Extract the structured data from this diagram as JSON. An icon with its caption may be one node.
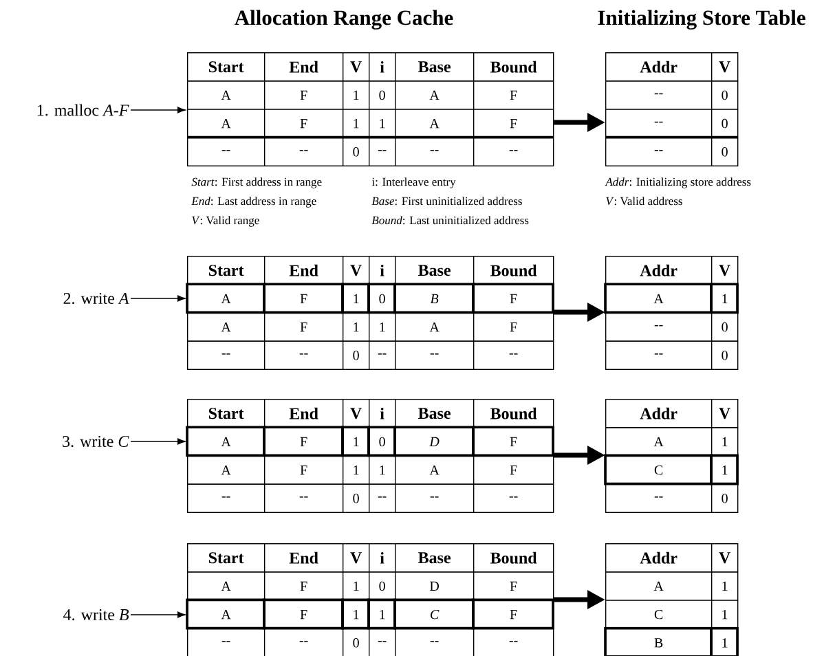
{
  "diagram": {
    "nodes": [
      {
        "text": [
          "1. malloc *A-F*"
        ]
      },
      {
        "text": [
          "Start",
          "End",
          "V",
          "i",
          "Base",
          "Bound",
          "A",
          "F",
          "1",
          "0",
          "A",
          "F",
          "A",
          "F",
          "1",
          "1",
          "A",
          "F",
          "--",
          "--",
          "0",
          "--",
          "--",
          "--"
        ]
      },
      {
        "text": [
          "Addr",
          "V",
          "--",
          "0",
          "--",
          "0",
          "--",
          "0"
        ]
      },
      {
        "text": [
          "2. write *A*"
        ]
      },
      {
        "text": [
          "Start",
          "End",
          "V",
          "i",
          "Base",
          "Bound",
          "A",
          "F",
          "1",
          "0",
          "B",
          "F",
          "A",
          "F",
          "1",
          "1",
          "A",
          "F",
          "--",
          "--",
          "0",
          "--",
          "--",
          "--"
        ]
      },
      {
        "text": [
          "Addr",
          "V",
          "A",
          "1",
          "--",
          "0",
          "--",
          "0"
        ]
      },
      {
        "text": [
          "3. write *C*"
        ]
      },
      {
        "text": [
          "Start",
          "End",
          "V",
          "i",
          "Base",
          "Bound",
          "A",
          "F",
          "1",
          "0",
          "D",
          "F",
          "A",
          "F",
          "1",
          "1",
          "A",
          "F",
          "--",
          "--",
          "0",
          "--",
          "--",
          "--"
        ]
      },
      {
        "text": [
          "Addr",
          "V",
          "A",
          "1",
          "C",
          "1",
          "--",
          "0"
        ]
      },
      {
        "text": [
          "4. write *B*"
        ]
      },
      {
        "text": [
          "Start",
          "End",
          "V",
          "i",
          "Base",
          "Bound",
          "A",
          "F",
          "1",
          "0",
          "D",
          "F",
          "A",
          "F",
          "1",
          "1",
          "C",
          "F",
          "--",
          "--",
          "0",
          "--",
          "--",
          "--"
        ]
      },
      {
        "text": [
          "Addr",
          "V",
          "A",
          "1",
          "C",
          "1",
          "B",
          "1"
        ]
      }
    ],
    "edges": [
      {
        "from": 0,
        "to": 1,
        "arrow": "to"
      },
      {
        "from": 1,
        "to": 2,
        "arrow": "to",
        "style": "thick"
      },
      {
        "from": 3,
        "to": 4,
        "arrow": "to"
      },
      {
        "from": 4,
        "to": 5,
        "arrow": "to",
        "style": "thick"
      },
      {
        "from": 6,
        "to": 7,
        "arrow": "to"
      },
      {
        "from": 7,
        "to": 8,
        "arrow": "to",
        "style": "thick"
      },
      {
        "from": 9,
        "to": 10,
        "arrow": "to"
      },
      {
        "from": 10,
        "to": 11,
        "arrow": "to",
        "style": "thick"
      }
    ],
    "labels": [
      "Allocation Range Cache",
      "Initializing Store Table",
      "*Start*: First address in range",
      "i: Interleave entry",
      "*Addr*: Initializing store address",
      "*End*: Last address in range",
      "*Base*: First uninitialized address",
      "*V*: Valid address",
      "*V*: Valid range",
      "*Bound*: Last uninitialized address"
    ]
  }
}
